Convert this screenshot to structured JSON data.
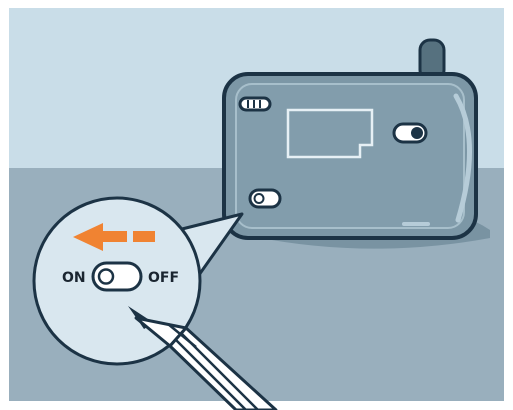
{
  "illustration": {
    "switch_on_label": "ON",
    "switch_off_label": "OFF",
    "arrow_direction": "left",
    "colors": {
      "wall": "#c9dde8",
      "floor": "#99afbd",
      "device_body": "#7c97a6",
      "outline": "#1c3345",
      "callout_fill": "#d9e7ef",
      "accent_arrow": "#f08332"
    }
  }
}
